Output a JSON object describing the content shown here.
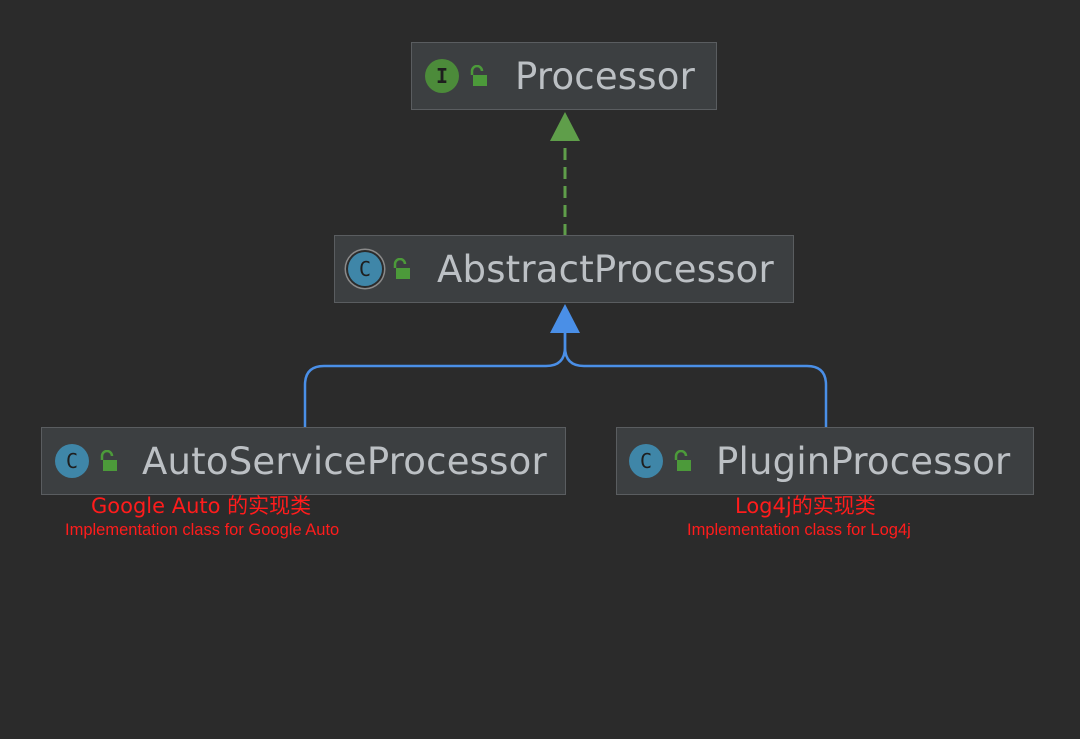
{
  "diagram": {
    "nodes": {
      "processor": {
        "label": "Processor",
        "icon_letter": "I",
        "kind": "interface"
      },
      "abstract_processor": {
        "label": "AbstractProcessor",
        "icon_letter": "C",
        "kind": "abstract-class"
      },
      "auto_service_processor": {
        "label": "AutoServiceProcessor",
        "icon_letter": "C",
        "kind": "class"
      },
      "plugin_processor": {
        "label": "PluginProcessor",
        "icon_letter": "C",
        "kind": "class"
      }
    },
    "edges": [
      {
        "from": "abstract_processor",
        "to": "processor",
        "type": "implements",
        "style": "dashed",
        "color": "#5f9e4a"
      },
      {
        "from": "auto_service_processor",
        "to": "abstract_processor",
        "type": "extends",
        "style": "solid",
        "color": "#4a8fe7"
      },
      {
        "from": "plugin_processor",
        "to": "abstract_processor",
        "type": "extends",
        "style": "solid",
        "color": "#4a8fe7"
      }
    ],
    "annotations": {
      "auto_service": {
        "main": "Google Auto 的实现类",
        "sub": "Implementation class for Google Auto"
      },
      "plugin": {
        "main": "Log4j的实现类",
        "sub": "Implementation class for Log4j"
      }
    },
    "colors": {
      "background": "#2b2b2b",
      "node_fill": "#3c3f41",
      "node_border": "#5a5d60",
      "node_text": "#bcc0c4",
      "interface_icon": "#4c8b3a",
      "class_icon": "#3f86a8",
      "lock_icon": "#4c9a3a",
      "implements_edge": "#5f9e4a",
      "extends_edge": "#4a8fe7",
      "annotation": "#ff1c1c"
    }
  }
}
